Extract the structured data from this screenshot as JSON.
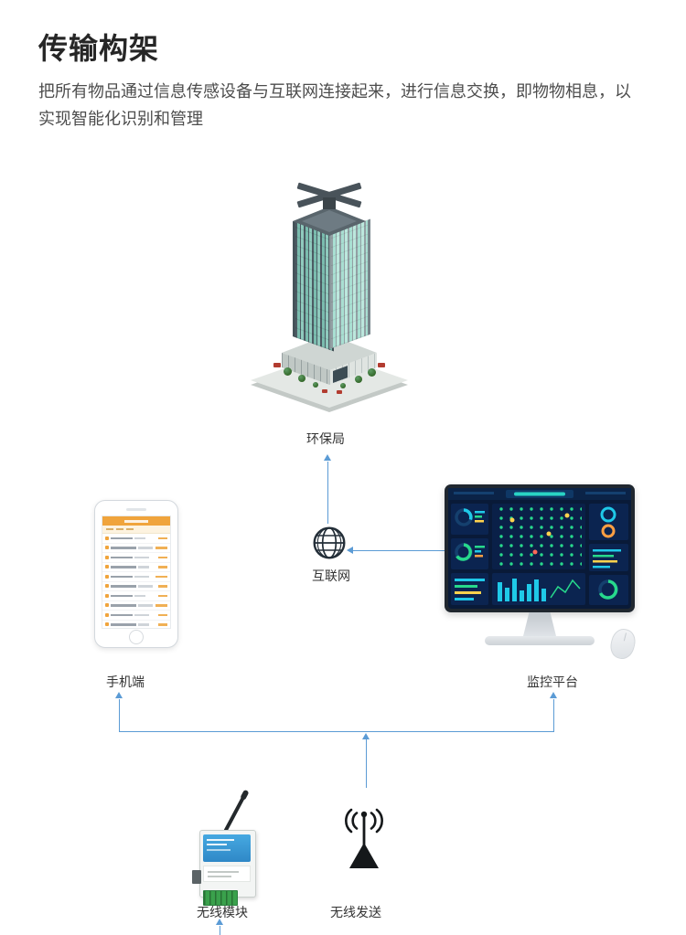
{
  "header": {
    "title": "传输构架",
    "description": "把所有物品通过信息传感设备与互联网连接起来，进行信息交换，即物物相息，以实现智能化识别和管理"
  },
  "nodes": {
    "building": {
      "label": "环保局",
      "icon": "building-icon"
    },
    "internet": {
      "label": "互联网",
      "icon": "globe-icon"
    },
    "phone": {
      "label": "手机端",
      "icon": "smartphone-icon"
    },
    "monitor": {
      "label": "监控平台",
      "icon": "monitor-icon"
    },
    "module": {
      "label": "无线模块",
      "icon": "wireless-module-icon"
    },
    "transmit": {
      "label": "无线发送",
      "icon": "antenna-icon"
    }
  },
  "colors": {
    "connector_blue": "#5b9bd5",
    "title_text": "#262626",
    "body_text": "#4d4d4d",
    "label_text": "#333333",
    "phone_header_orange": "#f0a43c",
    "module_blue": "#3498d8",
    "terminal_green": "#3aa14c",
    "screen_navy": "#091a38",
    "dashboard_teal": "#1fc9e8",
    "dashboard_green": "#27d98c",
    "dashboard_yellow": "#ffd24d",
    "glass_teal": "#7abcae"
  }
}
